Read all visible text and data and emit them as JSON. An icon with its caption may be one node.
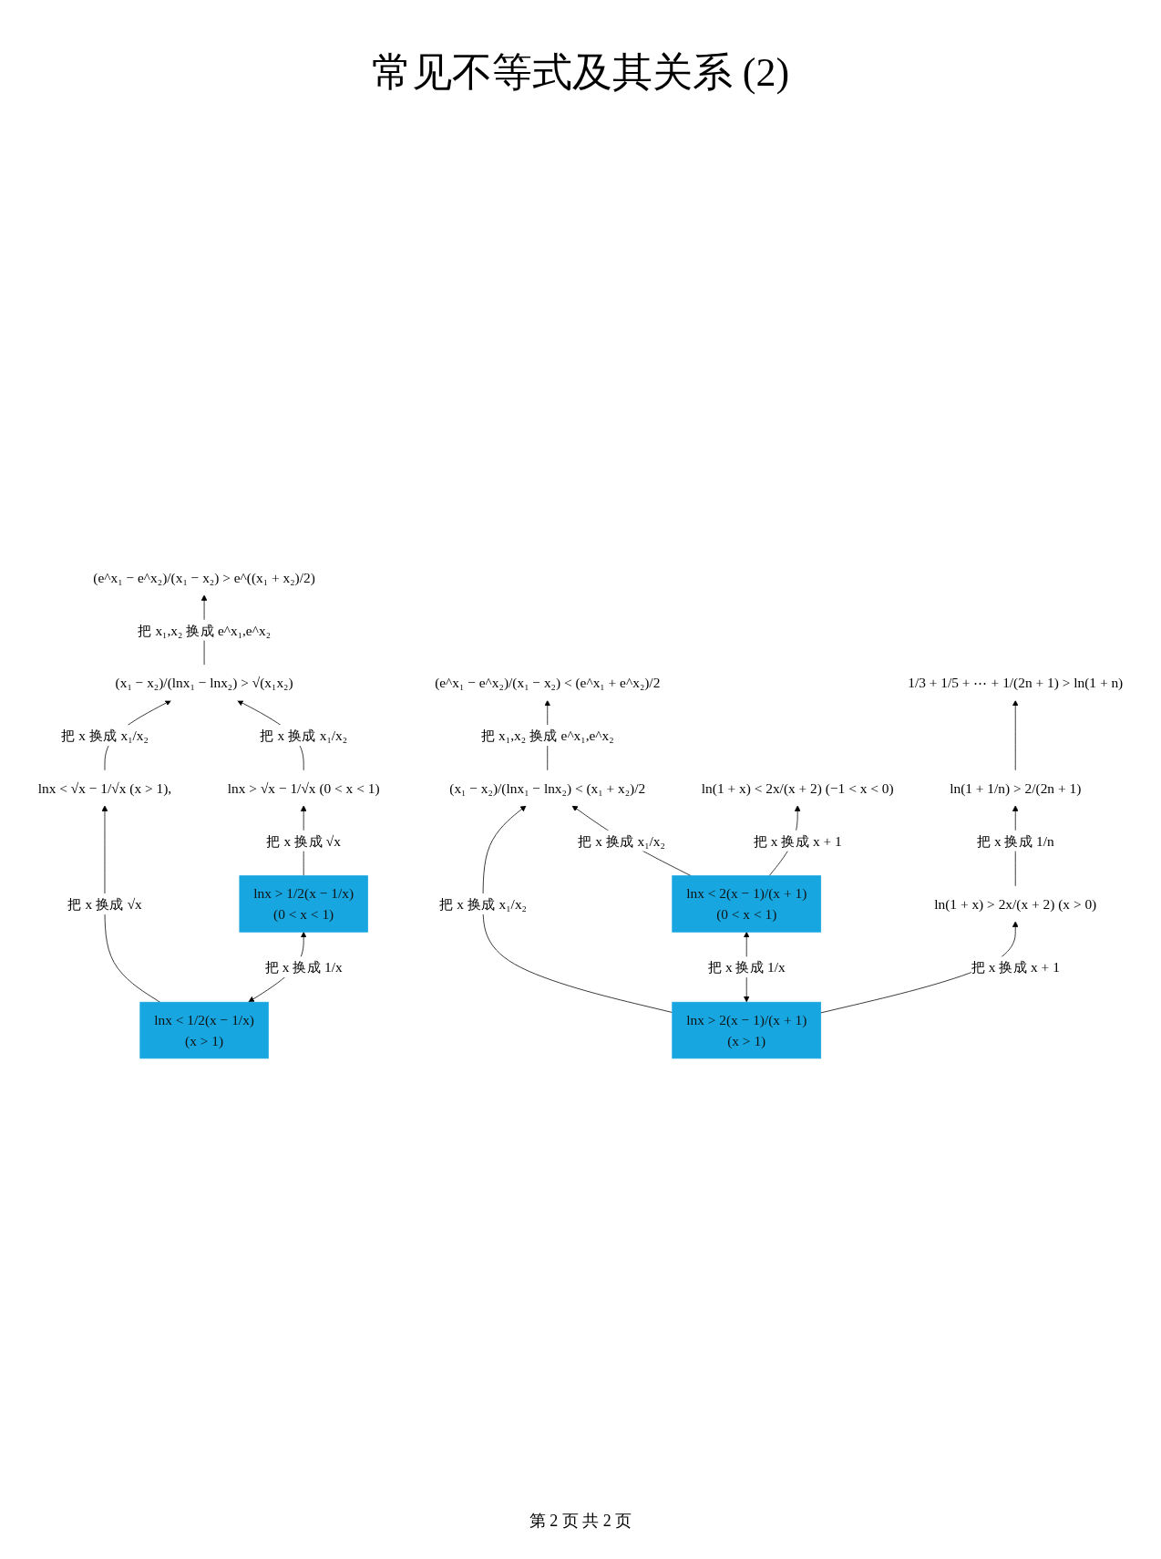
{
  "diagram": {
    "title": "常见不等式及其关系 (2)",
    "nodes": [
      {
        "text": [
          "(e^x₁ − e^x₂)/(x₁ − x₂) > e^((x₁ + x₂)/2)"
        ]
      },
      {
        "text": [
          "(e^x₁ − e^x₂)/(x₁ − x₂) < (e^x₁ + e^x₂)/2"
        ]
      },
      {
        "text": [
          "(x₁ − x₂)/(lnx₁ − lnx₂) > √(x₁x₂)"
        ]
      },
      {
        "text": [
          "(x₁ − x₂)/(lnx₁ − lnx₂) < (x₁ + x₂)/2"
        ]
      },
      {
        "text": [
          "lnx < √x − 1/√x (x > 1),"
        ]
      },
      {
        "text": [
          "lnx > √x − 1/√x (0 < x < 1)"
        ]
      },
      {
        "text": [
          "lnx < 1/2(x − 1/x)",
          "(x > 1)"
        ]
      },
      {
        "text": [
          "lnx > 1/2(x − 1/x)",
          "(0 < x < 1)"
        ]
      },
      {
        "text": [
          "lnx > 2(x − 1)/(x + 1)",
          "(x > 1)"
        ]
      },
      {
        "text": [
          "lnx < 2(x − 1)/(x + 1)",
          "(0 < x < 1)"
        ]
      },
      {
        "text": [
          "ln(1 + x) > 2x/(x + 2) (x > 0)"
        ]
      },
      {
        "text": [
          "ln(1 + x) < 2x/(x + 2) (−1 < x < 0)"
        ]
      },
      {
        "text": [
          "1/3 + 1/5 + ⋯ + 1/(2n + 1) > ln(1 + n)"
        ]
      },
      {
        "text": [
          "ln(1 + 1/n) > 2/(2n + 1)"
        ]
      }
    ],
    "edges": [
      {
        "from": 2,
        "to": 0,
        "arrow": "to",
        "label": "把 x₁,x₂ 换成 e^x₁,e^x₂"
      },
      {
        "from": 3,
        "to": 1,
        "arrow": "to",
        "label": "把 x₁,x₂ 换成 e^x₁,e^x₂"
      },
      {
        "from": 4,
        "to": 2,
        "arrow": "to",
        "label": "把 x 换成 x₁/x₂"
      },
      {
        "from": 5,
        "to": 2,
        "arrow": "to",
        "label": "把 x 换成 x₁/x₂"
      },
      {
        "from": 8,
        "to": 3,
        "arrow": "to",
        "label": "把 x 换成 x₁/x₂"
      },
      {
        "from": 9,
        "to": 3,
        "arrow": "to",
        "label": "把 x 换成 x₁/x₂"
      },
      {
        "from": 6,
        "to": 4,
        "arrow": "to",
        "label": "把 x 换成 √x"
      },
      {
        "from": 7,
        "to": 5,
        "arrow": "to",
        "label": "把 x 换成 √x"
      },
      {
        "from": 6,
        "to": 7,
        "arrow": "both",
        "label": "把 x 换成 1/x"
      },
      {
        "from": 8,
        "to": 9,
        "arrow": "both",
        "label": "把 x 换成 1/x"
      },
      {
        "from": 8,
        "to": 10,
        "arrow": "to",
        "label": "把 x 换成 x + 1"
      },
      {
        "from": 9,
        "to": 11,
        "arrow": "to",
        "label": "把 x 换成 x + 1"
      },
      {
        "from": 10,
        "to": 13,
        "arrow": "to",
        "label": "把 x 换成 1/n"
      },
      {
        "from": 13,
        "to": 12,
        "arrow": "to"
      }
    ],
    "labels": [
      "第 2 页 共 2 页"
    ]
  }
}
